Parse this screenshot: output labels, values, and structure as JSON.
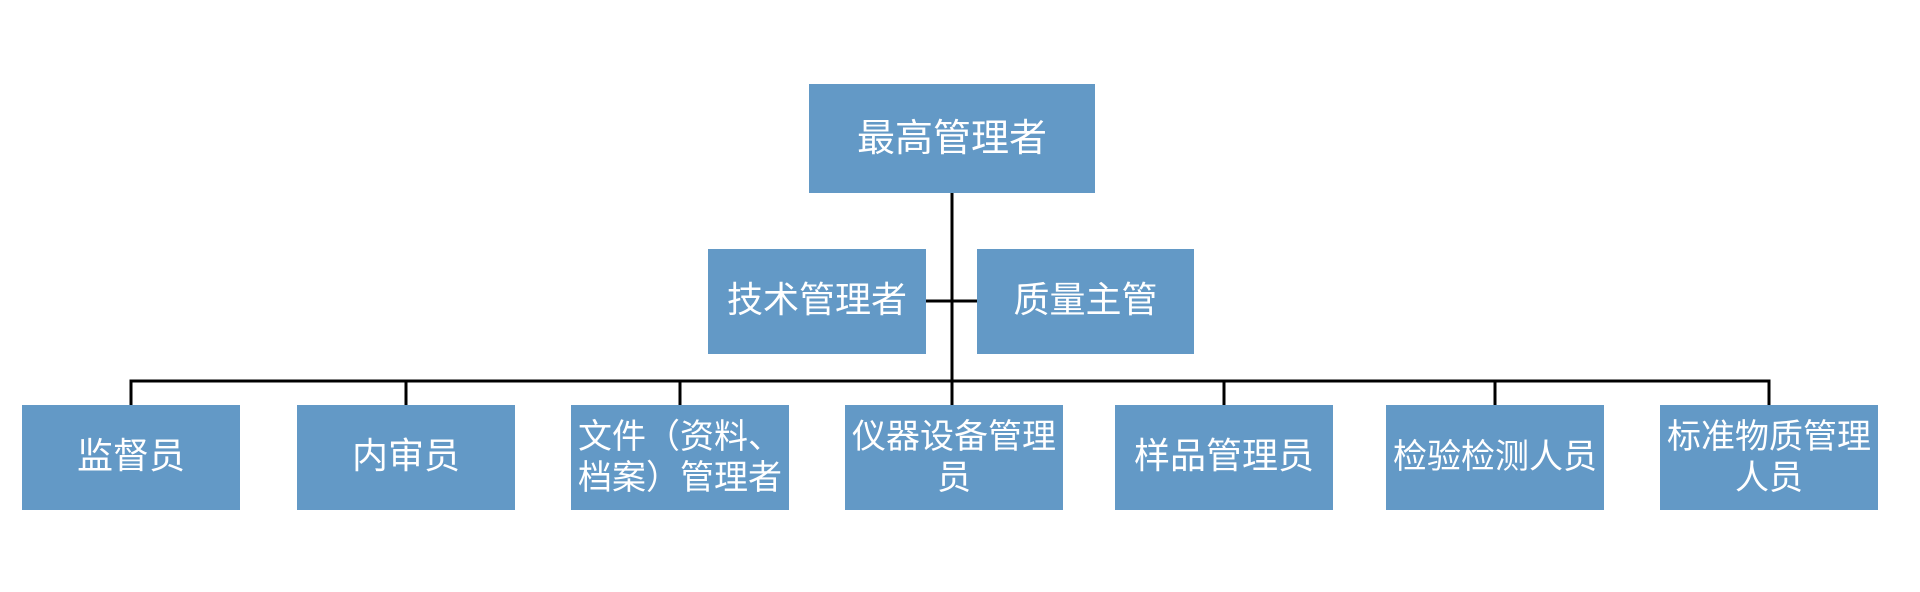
{
  "diagram": {
    "root": {
      "label": "最高管理者"
    },
    "middle": [
      {
        "label": "技术管理者"
      },
      {
        "label": "质量主管"
      }
    ],
    "bottom": [
      {
        "label": "监督员"
      },
      {
        "label": "内审员"
      },
      {
        "label": "文件（资料、档案）管理者"
      },
      {
        "label": "仪器设备管理员"
      },
      {
        "label": "样品管理员"
      },
      {
        "label": "检验检测人员"
      },
      {
        "label": "标准物质管理人员"
      }
    ]
  },
  "colors": {
    "box_fill": "#6399c6",
    "box_text": "#ffffff",
    "connector": "#000000"
  }
}
